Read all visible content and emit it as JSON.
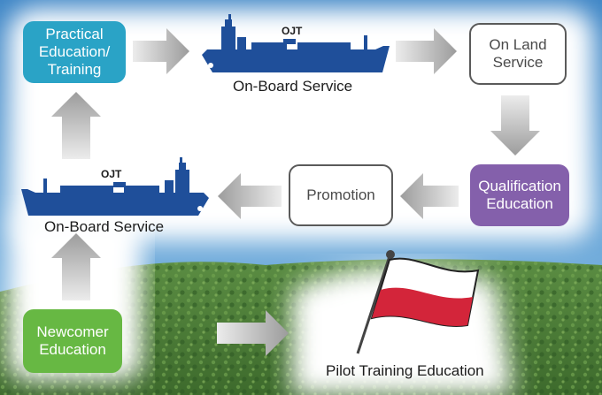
{
  "colors": {
    "ship": "#1f4f9a",
    "arrow": "#9a9a9a",
    "teal": "#2aa3c6",
    "green": "#67b843",
    "purple": "#8460ab",
    "flag_red": "#d3253a",
    "sky": "#4f95cf",
    "hill": "#4d7d3a"
  },
  "icons": [
    "ship-icon",
    "flag-icon",
    "arrow-right-icon",
    "arrow-left-icon",
    "arrow-up-icon",
    "arrow-down-icon"
  ],
  "diagram": {
    "practical_box": "Practical\nEducation/\nTraining",
    "onboard_top_label": "On-Board Service",
    "onboard_top_ojt": "OJT",
    "on_land_box": "On Land\nService",
    "qualification_box": "Qualification\nEducation",
    "promotion_box": "Promotion",
    "onboard_left_label": "On-Board Service",
    "onboard_left_ojt": "OJT",
    "newcomer_box": "Newcomer\nEducation",
    "pilot_label": "Pilot Training Education"
  }
}
